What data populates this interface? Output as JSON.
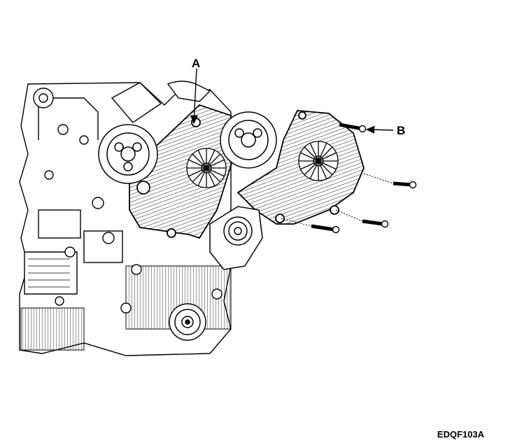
{
  "callouts": {
    "a": "A",
    "b": "B"
  },
  "figure_id": "EDQF103A",
  "parts": [
    "engine-block",
    "timing-cover-left",
    "timing-cover-right",
    "camshaft-sprocket-left",
    "camshaft-sprocket-right",
    "idler-pulley",
    "crankshaft-pulley",
    "mounting-bolts"
  ]
}
